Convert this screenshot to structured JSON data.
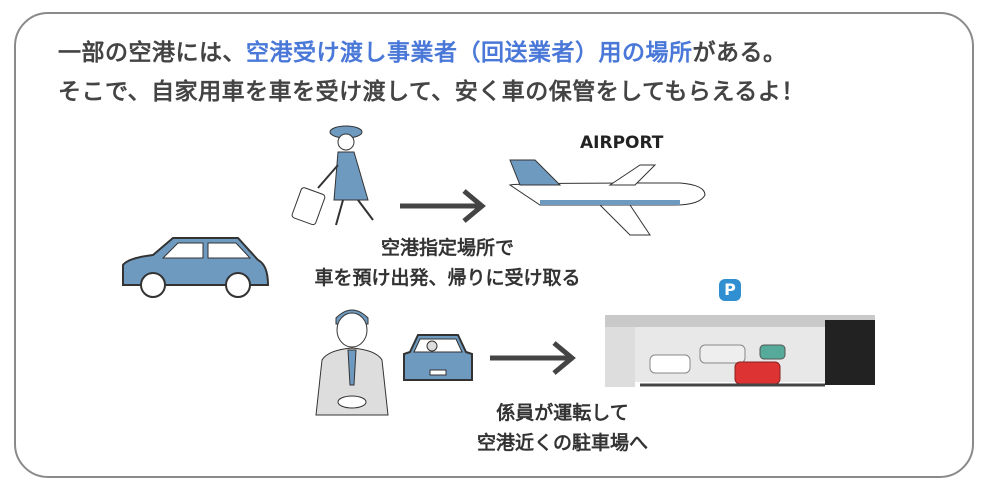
{
  "headline": {
    "line1_prefix": "一部の空港には、",
    "line1_highlight": "空港受け渡し事業者（回送業者）用の場所",
    "line1_suffix": "がある。",
    "line2": "そこで、自家用車を車を受け渡して、安く車の保管をしてもらえるよ！"
  },
  "airport_label": "AIRPORT",
  "step1": {
    "line1": "空港指定場所で",
    "line2": "車を預け出発、帰りに受け取る"
  },
  "step2": {
    "line1": "係員が運転して",
    "line2": "空港近くの駐車場へ"
  },
  "parking_sign": "P",
  "colors": {
    "highlight": "#4a78d8",
    "text": "#444444",
    "illustration_blue": "#6f9ac0",
    "border": "#8a8a8a"
  }
}
